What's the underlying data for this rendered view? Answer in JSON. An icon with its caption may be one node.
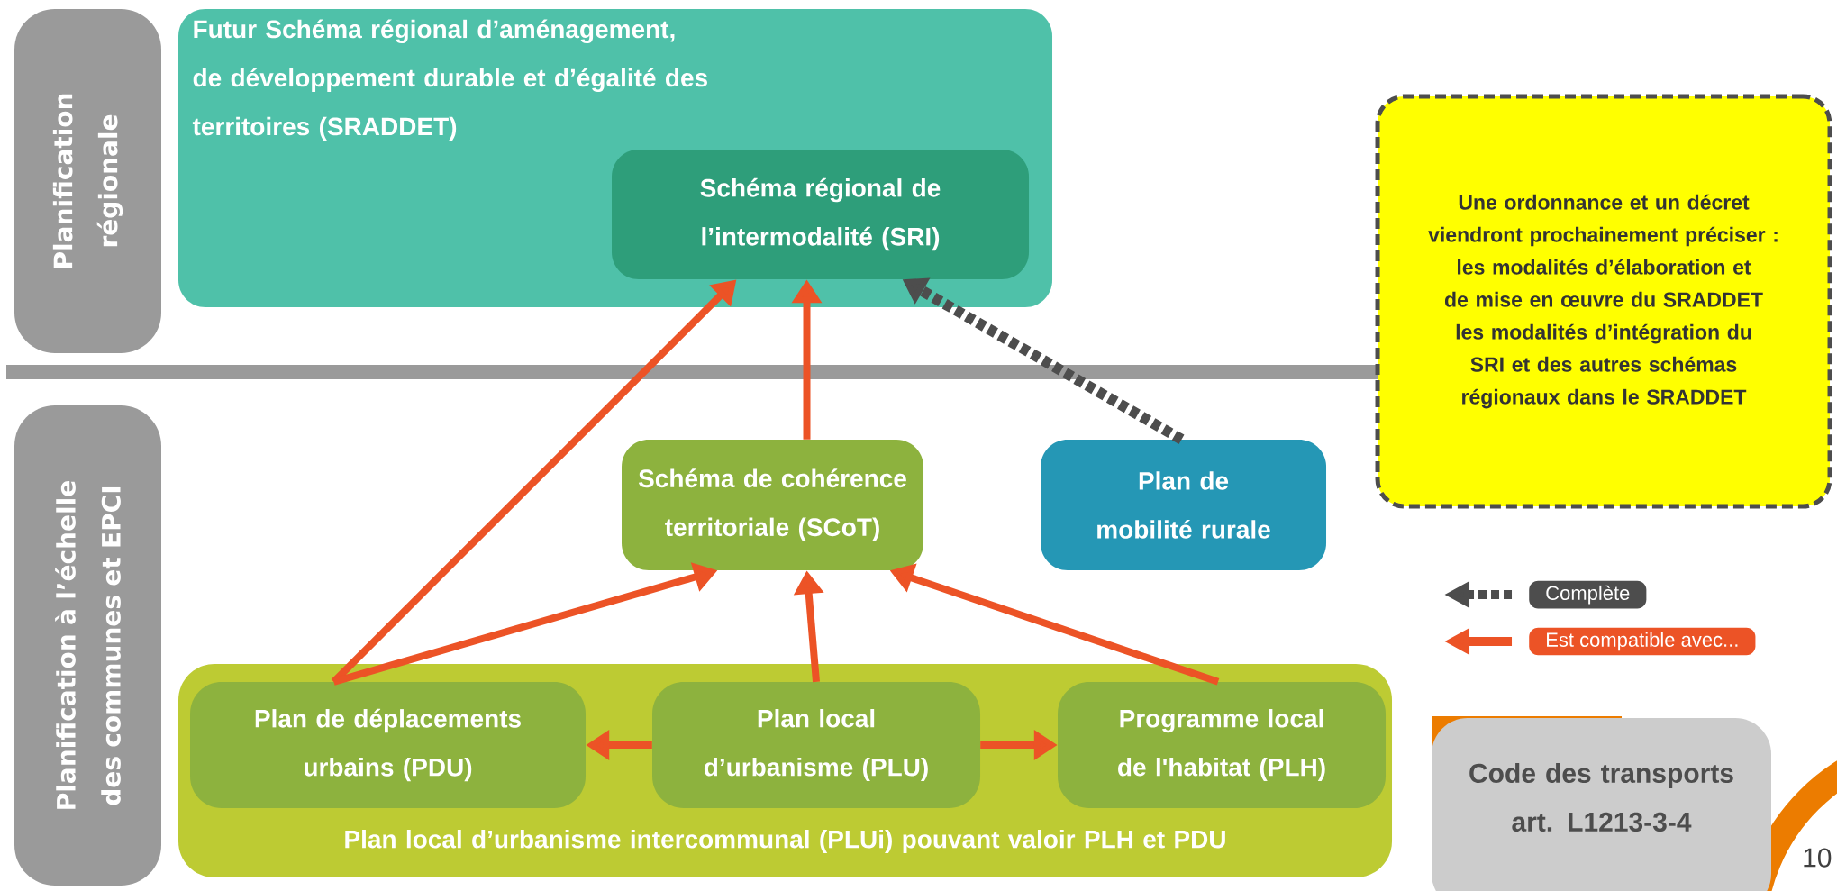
{
  "diagram": {
    "nodes": [
      {
        "text": [
          "Planification régionale"
        ]
      },
      {
        "text": [
          "Planification à l’échelle des communes et EPCI"
        ]
      },
      {
        "text": [
          "Futur Schéma régional d’aménagement, de développement durable et d’égalité des territoires (SRADDET)"
        ]
      },
      {
        "text": [
          "Schéma régional de l’intermodalité (SRI)"
        ],
        "in": 2
      },
      {
        "text": [
          "Schéma de cohérence territoriale (SCoT)"
        ]
      },
      {
        "text": [
          "Plan de mobilité rurale"
        ]
      },
      {
        "text": [
          "Plan local d’urbanisme intercommunal (PLUi) pouvant valoir PLH et PDU"
        ]
      },
      {
        "text": [
          "Plan de déplacements urbains (PDU)"
        ],
        "in": 6
      },
      {
        "text": [
          "Plan local d’urbanisme (PLU)"
        ],
        "in": 6
      },
      {
        "text": [
          "Programme local de l'habitat (PLH)"
        ],
        "in": 6
      },
      {
        "text": [
          "Une ordonnance et un décret viendront prochainement préciser :",
          "les modalités d’élaboration et de mise en œuvre du SRADDET",
          "les modalités d’intégration du SRI et des autres schémas régionaux dans le SRADDET"
        ]
      },
      {
        "text": [
          "Code des transports art. L1213-3-4"
        ]
      }
    ],
    "edges": [
      {
        "from": 7,
        "to": 3,
        "arrow": "to"
      },
      {
        "from": 4,
        "to": 3,
        "arrow": "to"
      },
      {
        "from": 5,
        "to": 3,
        "arrow": "to",
        "style": "dashed",
        "color": "#4d4d4d"
      },
      {
        "from": 7,
        "to": 4,
        "arrow": "to"
      },
      {
        "from": 8,
        "to": 4,
        "arrow": "to"
      },
      {
        "from": 9,
        "to": 4,
        "arrow": "to"
      },
      {
        "from": 8,
        "to": 7,
        "arrow": "to"
      },
      {
        "from": 8,
        "to": 9,
        "arrow": "to"
      }
    ],
    "labels": [
      "10"
    ],
    "legend": [
      {
        "text": "Complète"
      },
      {
        "text": "Est compatible avec..."
      }
    ]
  }
}
